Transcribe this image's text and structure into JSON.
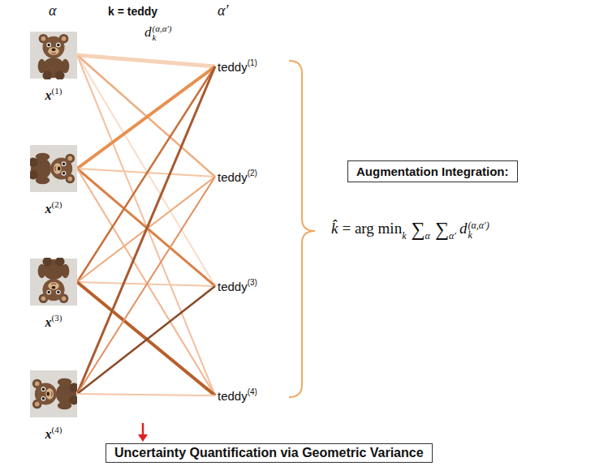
{
  "diagram": {
    "nodes": [
      {
        "text": [
          "x",
          "(1)"
        ]
      },
      {
        "text": [
          "x",
          "(2)"
        ]
      },
      {
        "text": [
          "x",
          "(3)"
        ]
      },
      {
        "text": [
          "x",
          "(4)"
        ]
      },
      {
        "text": [
          "teddy",
          "(1)"
        ]
      },
      {
        "text": [
          "teddy",
          "(2)"
        ]
      },
      {
        "text": [
          "teddy",
          "(3)"
        ]
      },
      {
        "text": [
          "teddy",
          "(4)"
        ]
      },
      {
        "text": [
          "Augmentation Integration:"
        ]
      },
      {
        "text": [
          "Uncertainty Quantification via Geometric Variance"
        ]
      }
    ],
    "edges": [
      {
        "from": 0,
        "to": 4,
        "arrow": "none"
      },
      {
        "from": 0,
        "to": 5,
        "arrow": "none"
      },
      {
        "from": 0,
        "to": 6,
        "arrow": "none"
      },
      {
        "from": 0,
        "to": 7,
        "arrow": "none"
      },
      {
        "from": 1,
        "to": 4,
        "arrow": "none"
      },
      {
        "from": 1,
        "to": 5,
        "arrow": "none"
      },
      {
        "from": 1,
        "to": 6,
        "arrow": "none"
      },
      {
        "from": 1,
        "to": 7,
        "arrow": "none"
      },
      {
        "from": 2,
        "to": 4,
        "arrow": "none"
      },
      {
        "from": 2,
        "to": 5,
        "arrow": "none"
      },
      {
        "from": 2,
        "to": 6,
        "arrow": "none"
      },
      {
        "from": 2,
        "to": 7,
        "arrow": "none"
      },
      {
        "from": 3,
        "to": 4,
        "arrow": "none"
      },
      {
        "from": 3,
        "to": 5,
        "arrow": "none"
      },
      {
        "from": 3,
        "to": 6,
        "arrow": "none"
      },
      {
        "from": 3,
        "to": 7,
        "arrow": "none"
      }
    ],
    "labels": [
      "α",
      "k = teddy",
      "α′",
      "d",
      "k",
      "(α,α′)",
      "k̂",
      "= arg min",
      "k",
      "∑",
      "α",
      "∑",
      "α′",
      "d",
      "k",
      "(α,α′)"
    ]
  }
}
